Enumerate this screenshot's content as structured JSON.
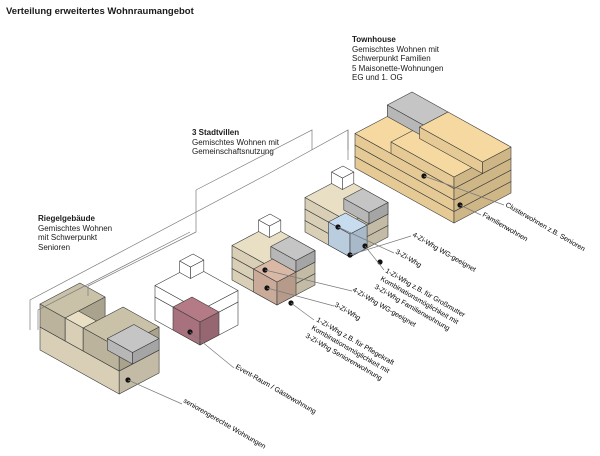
{
  "title": "Verteilung erweitertes Wohnraumangebot",
  "groups": {
    "riegel": {
      "title": "Riegelgebäude",
      "lines": [
        "Gemischtes Wohnen",
        "mit Schwerpunkt",
        "Senioren"
      ]
    },
    "stadtvillen": {
      "title": "3 Stadtvillen",
      "lines": [
        "Gemischtes Wohnen mit",
        "Gemeinschaftsnutzung"
      ]
    },
    "townhouse": {
      "title": "Townhouse",
      "lines": [
        "Gemischtes Wohnen mit",
        "Schwerpunkt Familien",
        "5 Maisonette-Wohnungen",
        "EG und 1. OG"
      ]
    }
  },
  "callouts": [
    "seniorengerechte Wohnungen",
    "Event-Raum / Gästewohnung",
    "1-Zi-Whg z.B. für Pflegekraft",
    "Kombinationsmöglichkeit mit",
    "3-Zi-Whg Seniorenwohnung",
    "3-Zi-Whg",
    "4-Zi-Whg WG-geeignet",
    "1-Zi-Whg z.B. für Großmutter",
    "Kombinationsmöglichkeit mit",
    "3-Zi-Whg Familienwohnung",
    "3-Zi-Whg",
    "4-Zi-Whg WG-geeignet",
    "Familienwohnen",
    "Clusterwohnen z.B. Senioren"
  ],
  "colors": {
    "gray": "#c5c5c5",
    "beige": "#e8dfc4",
    "beige_dark": "#c9c1a8",
    "yellow": "#f6d9a0",
    "pink": "#d9b8a6",
    "maroon": "#b47b86",
    "blue": "#c8dcf0",
    "line": "#7a7a7a"
  }
}
